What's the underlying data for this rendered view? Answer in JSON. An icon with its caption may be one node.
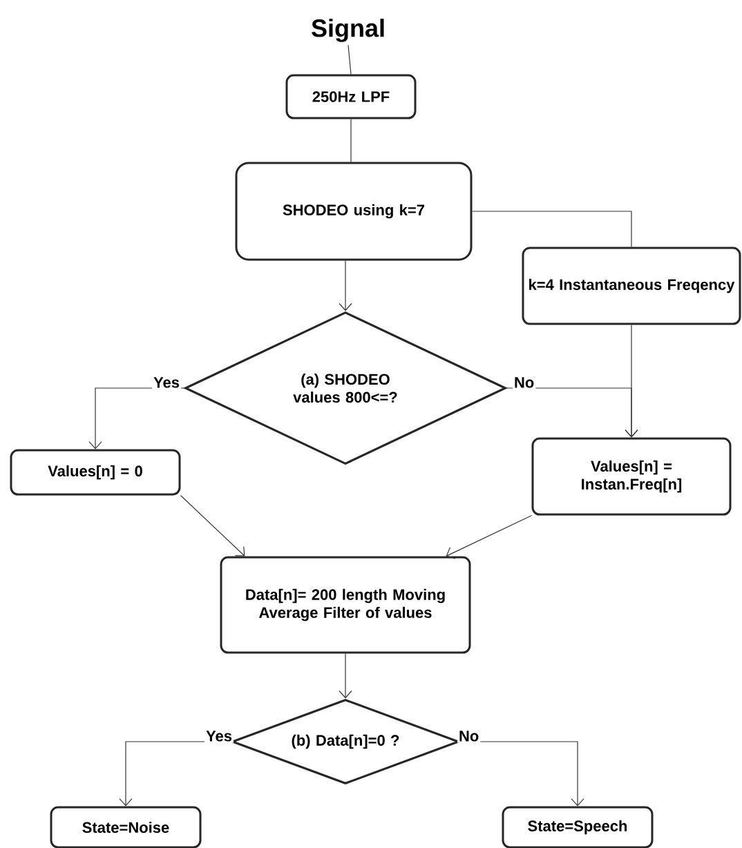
{
  "diagram": {
    "nodes": [
      {
        "text": [
          "Signal"
        ]
      },
      {
        "text": [
          "250Hz LPF"
        ]
      },
      {
        "text": [
          "SHODEO using k=7"
        ]
      },
      {
        "text": [
          "k=4 Instantaneous Freqency"
        ]
      },
      {
        "text": [
          "(a) SHODEO values 800<=?"
        ]
      },
      {
        "text": [
          "Values[n] = 0"
        ]
      },
      {
        "text": [
          "Values[n] = Instan.Freq[n]"
        ]
      },
      {
        "text": [
          "Data[n]= 200 length Moving Average Filter of values"
        ]
      },
      {
        "text": [
          "(b) Data[n]=0 ?"
        ]
      },
      {
        "text": [
          "State=Noise"
        ]
      },
      {
        "text": [
          "State=Speech"
        ]
      }
    ],
    "edges": [
      {
        "from": 0,
        "to": 1,
        "arrow": "none"
      },
      {
        "from": 1,
        "to": 2,
        "arrow": "none"
      },
      {
        "from": 2,
        "to": 4,
        "arrow": "to"
      },
      {
        "from": 2,
        "to": 3,
        "arrow": "none"
      },
      {
        "from": 3,
        "to": 6,
        "arrow": "to"
      },
      {
        "from": 4,
        "to": 5,
        "arrow": "to",
        "label": "Yes"
      },
      {
        "from": 4,
        "to": 6,
        "arrow": "to",
        "label": "No"
      },
      {
        "from": 5,
        "to": 7,
        "arrow": "to"
      },
      {
        "from": 6,
        "to": 7,
        "arrow": "to"
      },
      {
        "from": 7,
        "to": 8,
        "arrow": "to"
      },
      {
        "from": 8,
        "to": 9,
        "arrow": "to",
        "label": "Yes"
      },
      {
        "from": 8,
        "to": 10,
        "arrow": "to",
        "label": "No"
      }
    ]
  }
}
